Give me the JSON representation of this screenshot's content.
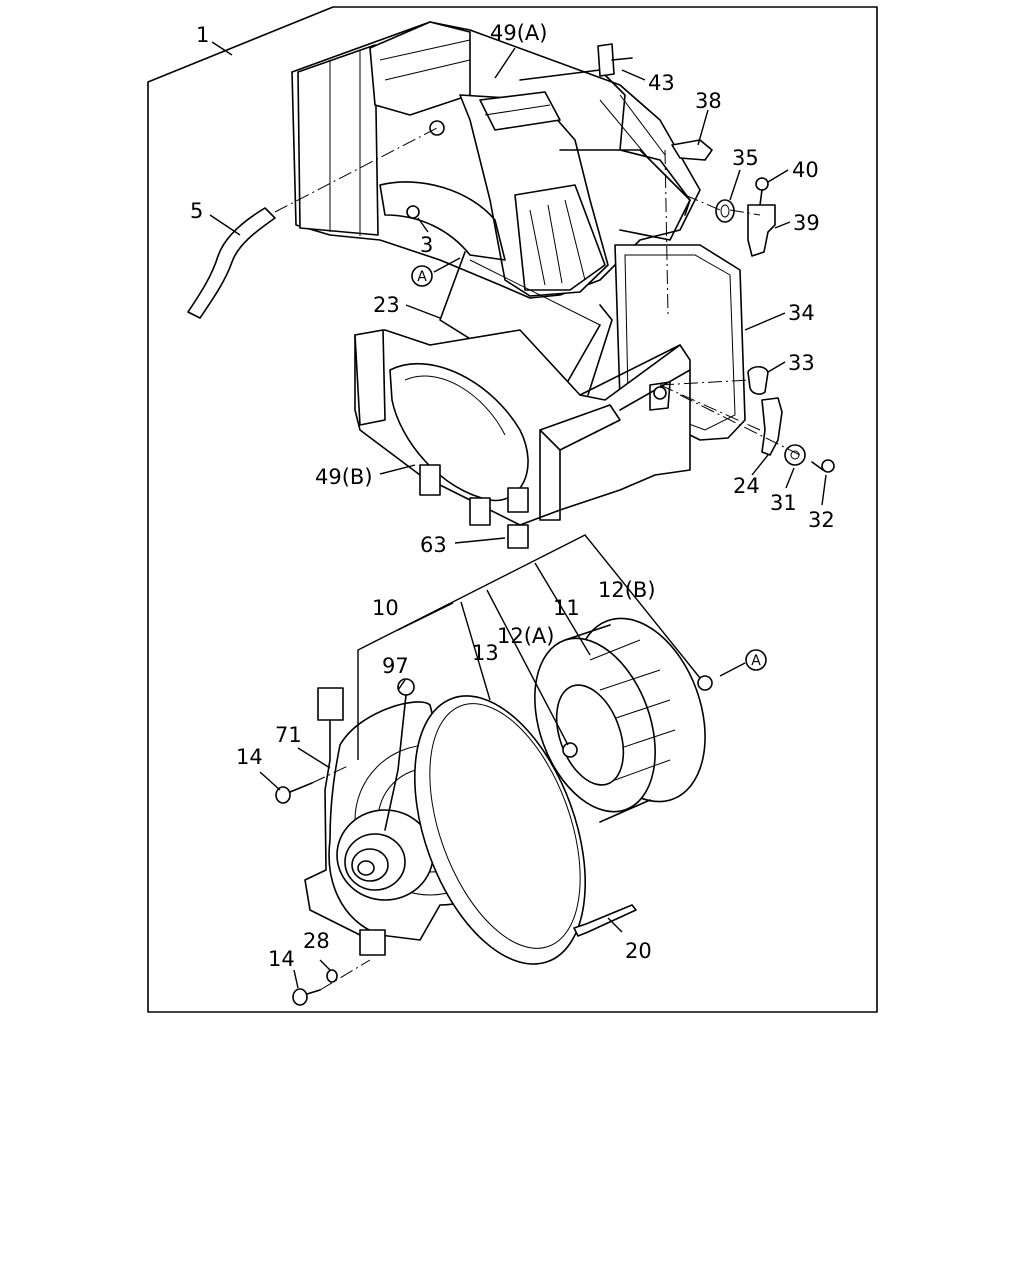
{
  "labels": {
    "p1": "1",
    "p49a": "49(A)",
    "p43": "43",
    "p38": "38",
    "p35": "35",
    "p40": "40",
    "p39": "39",
    "p5": "5",
    "p3": "3",
    "p34": "34",
    "p23": "23",
    "p33": "33",
    "p49b": "49(B)",
    "p24": "24",
    "p31": "31",
    "p32": "32",
    "p63": "63",
    "p12b": "12(B)",
    "p10": "10",
    "p11": "11",
    "p13": "13",
    "p12a": "12(A)",
    "p97": "97",
    "p71": "71",
    "p14a": "14",
    "p28": "28",
    "p14b": "14",
    "p20": "20"
  },
  "refs": {
    "a1": "A",
    "a2": "A"
  }
}
